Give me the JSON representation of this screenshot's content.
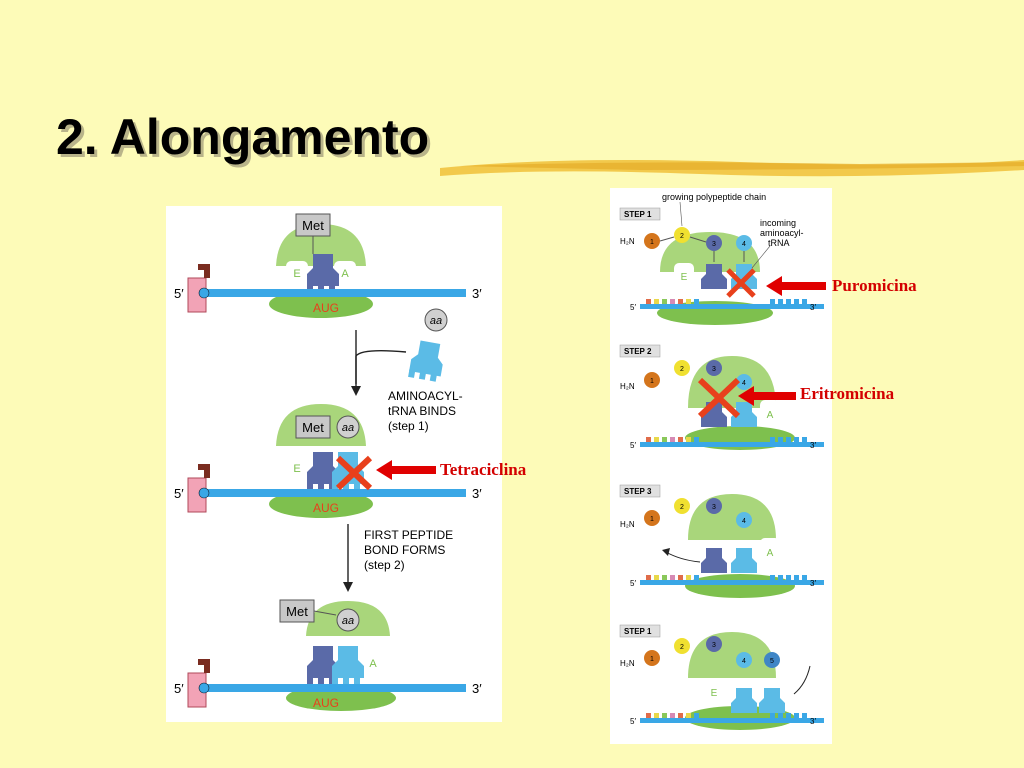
{
  "slide": {
    "title": "2. Alongamento"
  },
  "left_panel": {
    "five_prime": "5′",
    "three_prime": "3′",
    "codon": "AUG",
    "met": "Met",
    "aa": "aa",
    "site_e": "E",
    "site_a": "A",
    "step1_line1": "AMINOACYL-",
    "step1_line2": "tRNA BINDS",
    "step1_line3": "(step 1)",
    "step2_line1": "FIRST PEPTIDE",
    "step2_line2": "BOND FORMS",
    "step2_line3": "(step 2)"
  },
  "right_panel": {
    "header_chain": "growing polypeptide chain",
    "header_incoming_1": "incoming",
    "header_incoming_2": "aminoacyl-",
    "header_incoming_3": "tRNA",
    "step_labels": [
      "STEP 1",
      "STEP 2",
      "STEP 3",
      "STEP 1"
    ],
    "h2n": "H₂N",
    "five_prime": "5′",
    "three_prime": "3′",
    "site_e": "E",
    "site_a": "A"
  },
  "labels": {
    "tetraciclina": "Tetraciclina",
    "puromicina": "Puromicina",
    "eritromicina": "Eritromicina"
  },
  "colors": {
    "background": "#fdfbb8",
    "mrna": "#3aa7e6",
    "ribosome": "#a9d67b",
    "ribosome_dark": "#7ec04e",
    "trna_dark": "#5a6aa8",
    "trna_light": "#5bbbe6",
    "inhibitor": "#e8401c",
    "arrow_red": "#e00000"
  }
}
